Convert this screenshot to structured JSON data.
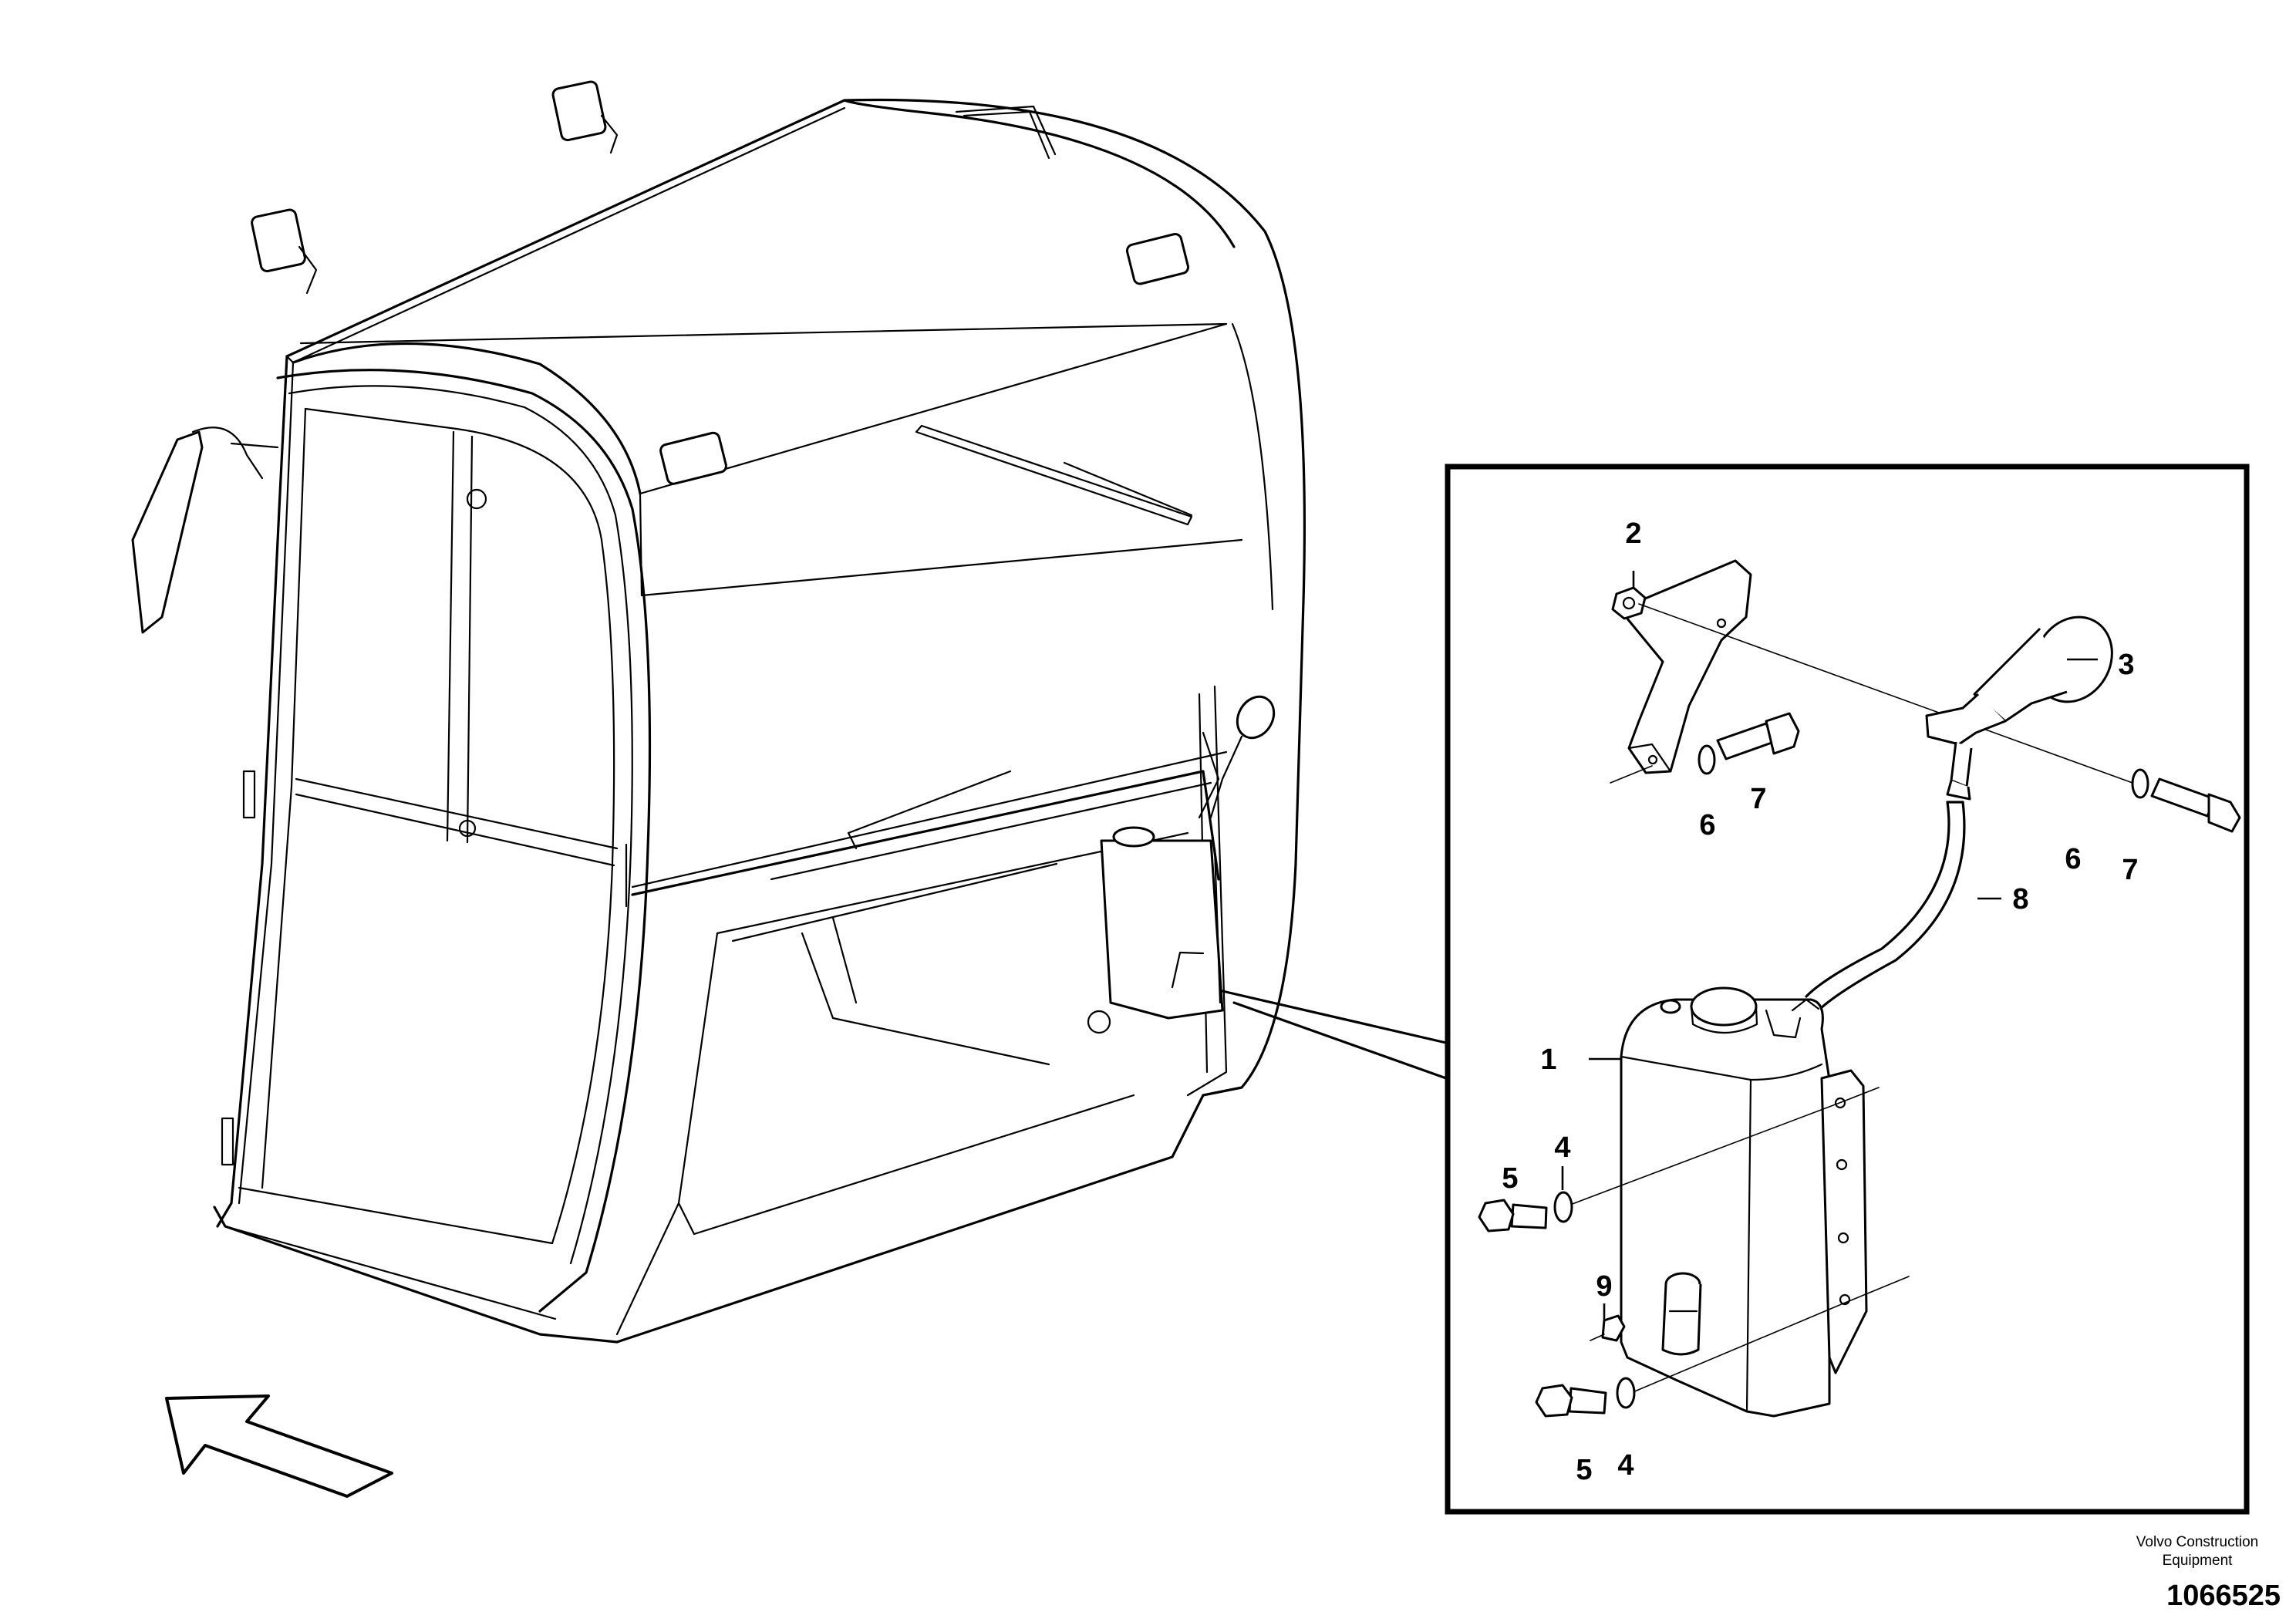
{
  "diagram": {
    "callouts": {
      "c1": "1",
      "c2": "2",
      "c3": "3",
      "c4a": "4",
      "c4b": "4",
      "c5a": "5",
      "c5b": "5",
      "c6a": "6",
      "c6b": "6",
      "c7a": "7",
      "c7b": "7",
      "c8": "8",
      "c9": "9"
    }
  },
  "footer": {
    "manufacturer_line1": "Volvo Construction",
    "manufacturer_line2": "Equipment",
    "illustration_number": "1066525"
  }
}
